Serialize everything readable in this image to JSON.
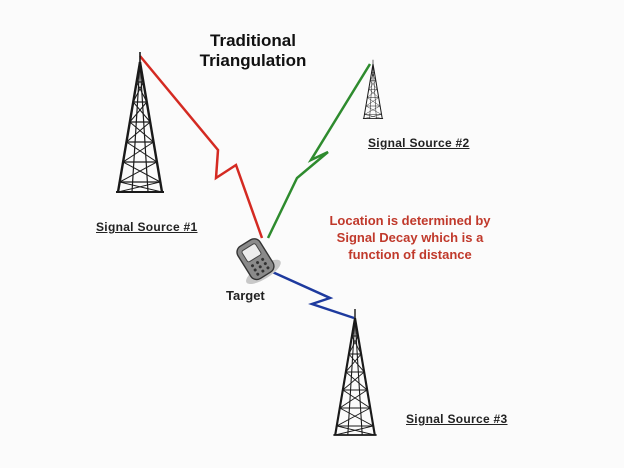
{
  "title": {
    "line1": "Traditional",
    "line2": "Triangulation"
  },
  "sources": {
    "source1": "Signal Source #1",
    "source2": "Signal Source #2",
    "source3": "Signal Source #3"
  },
  "target_label": "Target",
  "note": {
    "line1": "Location is determined by",
    "line2": "Signal Decay which is a",
    "line3": "function of distance"
  },
  "colors": {
    "signal1": "#d42a22",
    "signal2": "#2e8b2e",
    "signal3": "#1e3a9e",
    "note": "#c0392b",
    "tower": "#1a1a1a",
    "phone_body": "#8a8a8a"
  },
  "icons": [
    "radio-tower-icon",
    "mobile-phone-icon"
  ]
}
